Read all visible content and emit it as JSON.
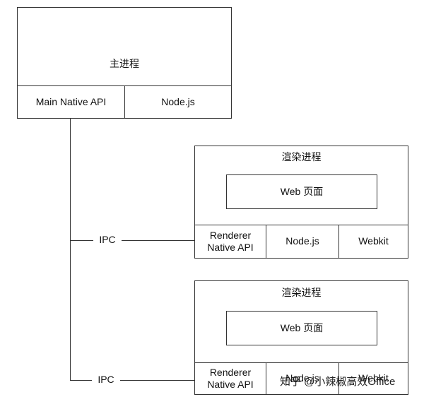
{
  "main_process": {
    "title": "主进程",
    "modules": [
      "Main Native API",
      "Node.js"
    ]
  },
  "connections": [
    "IPC",
    "IPC"
  ],
  "renderer_processes": [
    {
      "title": "渲染进程",
      "web_page": "Web 页面",
      "modules": [
        "Renderer\nNative API",
        "Node.js",
        "Webkit"
      ]
    },
    {
      "title": "渲染进程",
      "web_page": "Web 页面",
      "modules": [
        "Renderer\nNative API",
        "Node.js",
        "Webkit"
      ]
    }
  ],
  "watermark": "知乎 @小辣椒高效Office"
}
